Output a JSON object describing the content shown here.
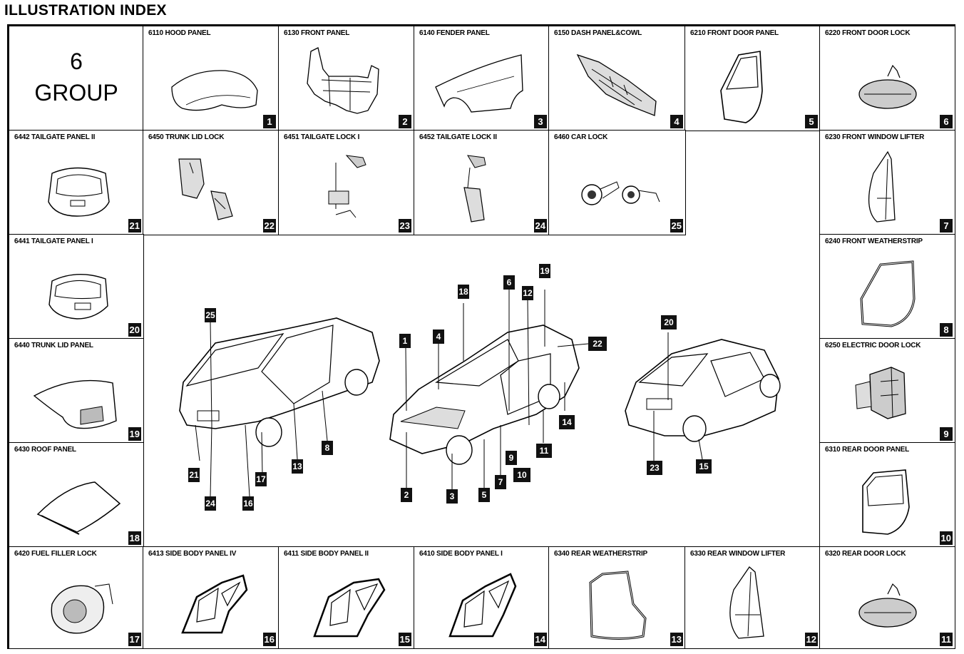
{
  "header": {
    "title": "ILLUSTRATION INDEX"
  },
  "group": {
    "number": "6",
    "word": "GROUP"
  },
  "cells": {
    "c1": {
      "label": "6110 HOOD PANEL",
      "num": "1",
      "icon": "hood-icon"
    },
    "c2": {
      "label": "6130 FRONT PANEL",
      "num": "2",
      "icon": "front-panel-icon"
    },
    "c3": {
      "label": "6140 FENDER PANEL",
      "num": "3",
      "icon": "fender-icon"
    },
    "c4": {
      "label": "6150 DASH PANEL&COWL",
      "num": "4",
      "icon": "dash-panel-icon"
    },
    "c5": {
      "label": "6210 FRONT DOOR PANEL",
      "num": "5",
      "icon": "door-panel-icon"
    },
    "c6": {
      "label": "6220 FRONT DOOR LOCK",
      "num": "6",
      "icon": "door-handle-icon"
    },
    "c7": {
      "label": "6230 FRONT WINDOW LIFTER",
      "num": "7",
      "icon": "window-lifter-icon"
    },
    "c8": {
      "label": "6240 FRONT WEATHERSTRIP",
      "num": "8",
      "icon": "weatherstrip-icon"
    },
    "c9": {
      "label": "6250 ELECTRIC DOOR LOCK",
      "num": "9",
      "icon": "electric-lock-icon"
    },
    "c10": {
      "label": "6310 REAR DOOR PANEL",
      "num": "10",
      "icon": "rear-door-icon"
    },
    "c11": {
      "label": "6320 REAR DOOR LOCK",
      "num": "11",
      "icon": "door-handle-icon"
    },
    "c12": {
      "label": "6330 REAR WINDOW LIFTER",
      "num": "12",
      "icon": "window-lifter-icon"
    },
    "c13": {
      "label": "6340 REAR WEATHERSTRIP",
      "num": "13",
      "icon": "weatherstrip-icon"
    },
    "c14": {
      "label": "6410 SIDE BODY PANEL I",
      "num": "14",
      "icon": "side-body-icon"
    },
    "c15": {
      "label": "6411 SIDE BODY PANEL II",
      "num": "15",
      "icon": "side-body-icon"
    },
    "c16": {
      "label": "6413 SIDE BODY PANEL IV",
      "num": "16",
      "icon": "side-body-icon"
    },
    "c17": {
      "label": "6420 FUEL FILLER LOCK",
      "num": "17",
      "icon": "fuel-filler-icon"
    },
    "c18": {
      "label": "6430 ROOF PANEL",
      "num": "18",
      "icon": "roof-icon"
    },
    "c19": {
      "label": "6440 TRUNK LID PANEL",
      "num": "19",
      "icon": "trunk-lid-icon"
    },
    "c20": {
      "label": "6441 TAILGATE PANEL I",
      "num": "20",
      "icon": "tailgate-icon"
    },
    "c21": {
      "label": "6442 TAILGATE PANEL II",
      "num": "21",
      "icon": "tailgate-icon"
    },
    "c22": {
      "label": "6450 TRUNK LID LOCK",
      "num": "22",
      "icon": "lock-mechanism-icon"
    },
    "c23": {
      "label": "6451 TAILGATE LOCK I",
      "num": "23",
      "icon": "lock-mechanism-icon"
    },
    "c24": {
      "label": "6452 TAILGATE LOCK II",
      "num": "24",
      "icon": "lock-mechanism-icon"
    },
    "c25": {
      "label": "6460 CAR LOCK",
      "num": "25",
      "icon": "key-cylinder-icon"
    }
  },
  "callouts": {
    "wagon": [
      "25",
      "21",
      "24",
      "16",
      "17",
      "13",
      "8"
    ],
    "sedan": [
      "1",
      "4",
      "18",
      "6",
      "12",
      "19",
      "22",
      "2",
      "3",
      "5",
      "7",
      "9",
      "10",
      "11",
      "14"
    ],
    "hatch": [
      "20",
      "23",
      "15"
    ]
  }
}
